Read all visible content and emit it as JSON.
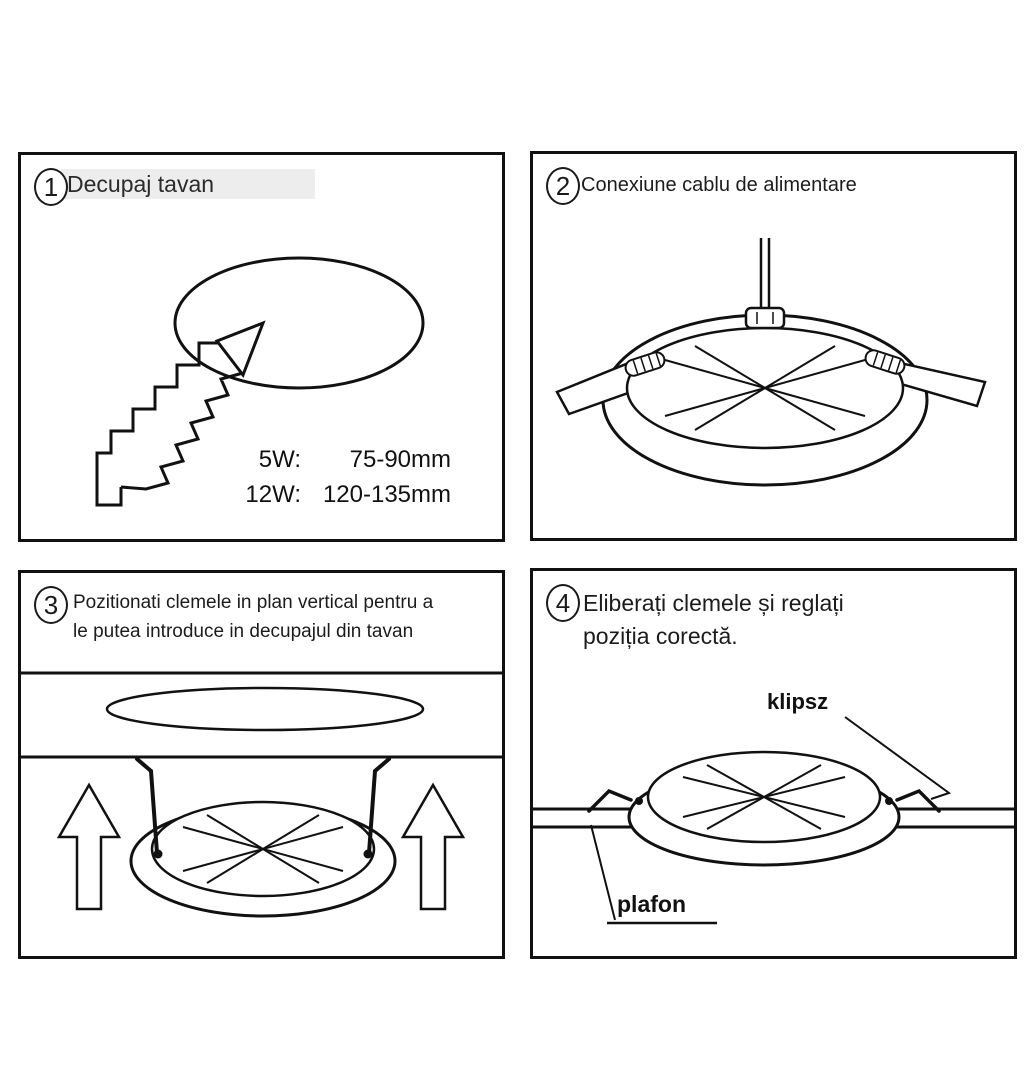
{
  "colors": {
    "ink": "#111111",
    "highlight": "#ededed",
    "background": "#ffffff"
  },
  "panels": {
    "p1": {
      "step": "1",
      "title": "Decupaj tavan",
      "specs": [
        {
          "label": "5W:",
          "value": "75-90mm"
        },
        {
          "label": "12W:",
          "value": "120-135mm"
        }
      ]
    },
    "p2": {
      "step": "2",
      "title": "Conexiune cablu de alimentare"
    },
    "p3": {
      "step": "3",
      "title_line1": "Pozitionati clemele in plan vertical pentru a",
      "title_line2": "le putea introduce in decupajul din tavan"
    },
    "p4": {
      "step": "4",
      "title_line1": "Eliberați clemele și reglați",
      "title_line2": "poziția corectă.",
      "clip_label": "klipsz",
      "ceiling_label": "plafon"
    }
  }
}
